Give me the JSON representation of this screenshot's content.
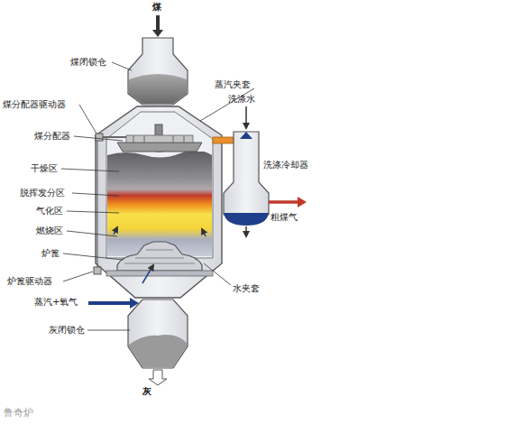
{
  "diagram": {
    "labels": [
      "煤",
      "煤闭锁仓",
      "煤分配器驱动器",
      "蒸汽夹套",
      "煤分配器",
      "洗涤水",
      "干燥区",
      "洗涤冷却器",
      "脱挥发分区",
      "气化区",
      "粗煤气",
      "燃烧区",
      "炉篦",
      "水夹套",
      "炉篦驱动器",
      "蒸汽+氧气",
      "灰闭锁仓",
      "灰",
      "鲁奇炉"
    ]
  }
}
